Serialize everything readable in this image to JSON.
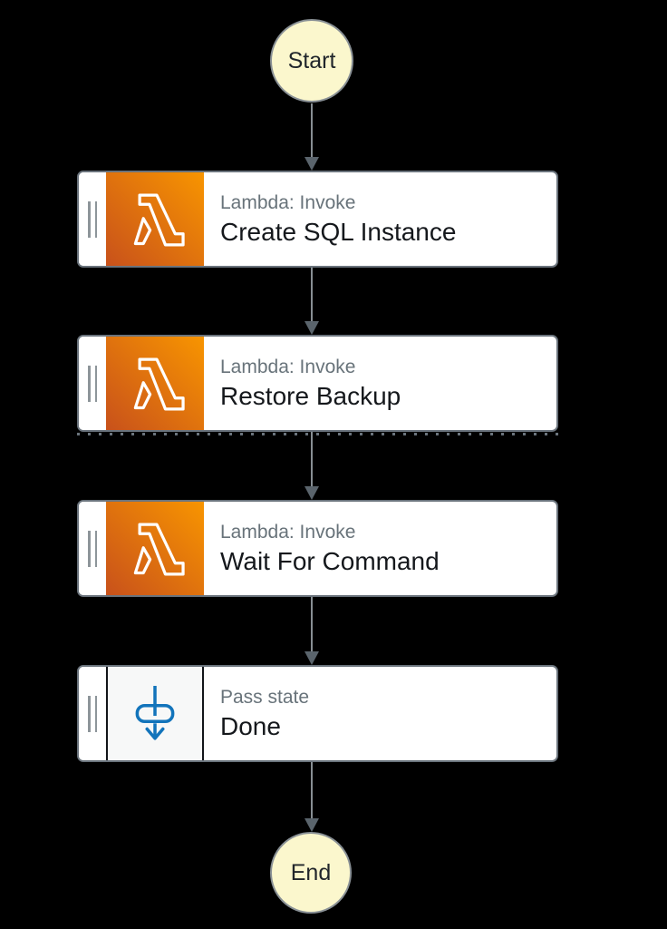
{
  "diagram": {
    "kind": "aws-step-functions-workflow",
    "start_label": "Start",
    "end_label": "End",
    "nodes": [
      {
        "type": "task",
        "service_label": "Lambda: Invoke",
        "name": "Create SQL Instance",
        "icon": "lambda-icon"
      },
      {
        "type": "task",
        "service_label": "Lambda: Invoke",
        "name": "Restore Backup",
        "icon": "lambda-icon"
      },
      {
        "type": "task",
        "service_label": "Lambda: Invoke",
        "name": "Wait For Command",
        "icon": "lambda-icon"
      },
      {
        "type": "pass",
        "service_label": "Pass state",
        "name": "Done",
        "icon": "pass-state-icon"
      }
    ],
    "colors": {
      "background": "#000000",
      "terminal_fill": "#FBF7CD",
      "terminal_border": "#899095",
      "box_fill": "#FFFFFF",
      "box_border": "#6A737C",
      "lambda_gradient_start": "#C8511B",
      "lambda_gradient_end": "#F89500",
      "pass_icon_blue": "#1274BB",
      "pass_square_fill": "#F7F8F8",
      "arrow_line": "#878E93",
      "arrow_head": "#5A646C",
      "service_label_text": "#68737A",
      "name_text": "#15181C"
    }
  }
}
